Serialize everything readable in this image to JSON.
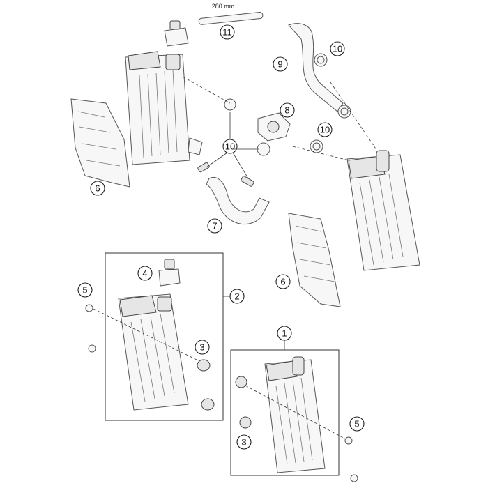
{
  "hose_length_label": "280 mm",
  "callouts": {
    "c11": "11",
    "c10a": "10",
    "c9": "9",
    "c8": "8",
    "c10b": "10",
    "c10c": "10",
    "c6a": "6",
    "c7": "7",
    "c6b": "6",
    "c4": "4",
    "c5a": "5",
    "c2": "2",
    "c3a": "3",
    "c1": "1",
    "c5b": "5",
    "c3b": "3"
  }
}
